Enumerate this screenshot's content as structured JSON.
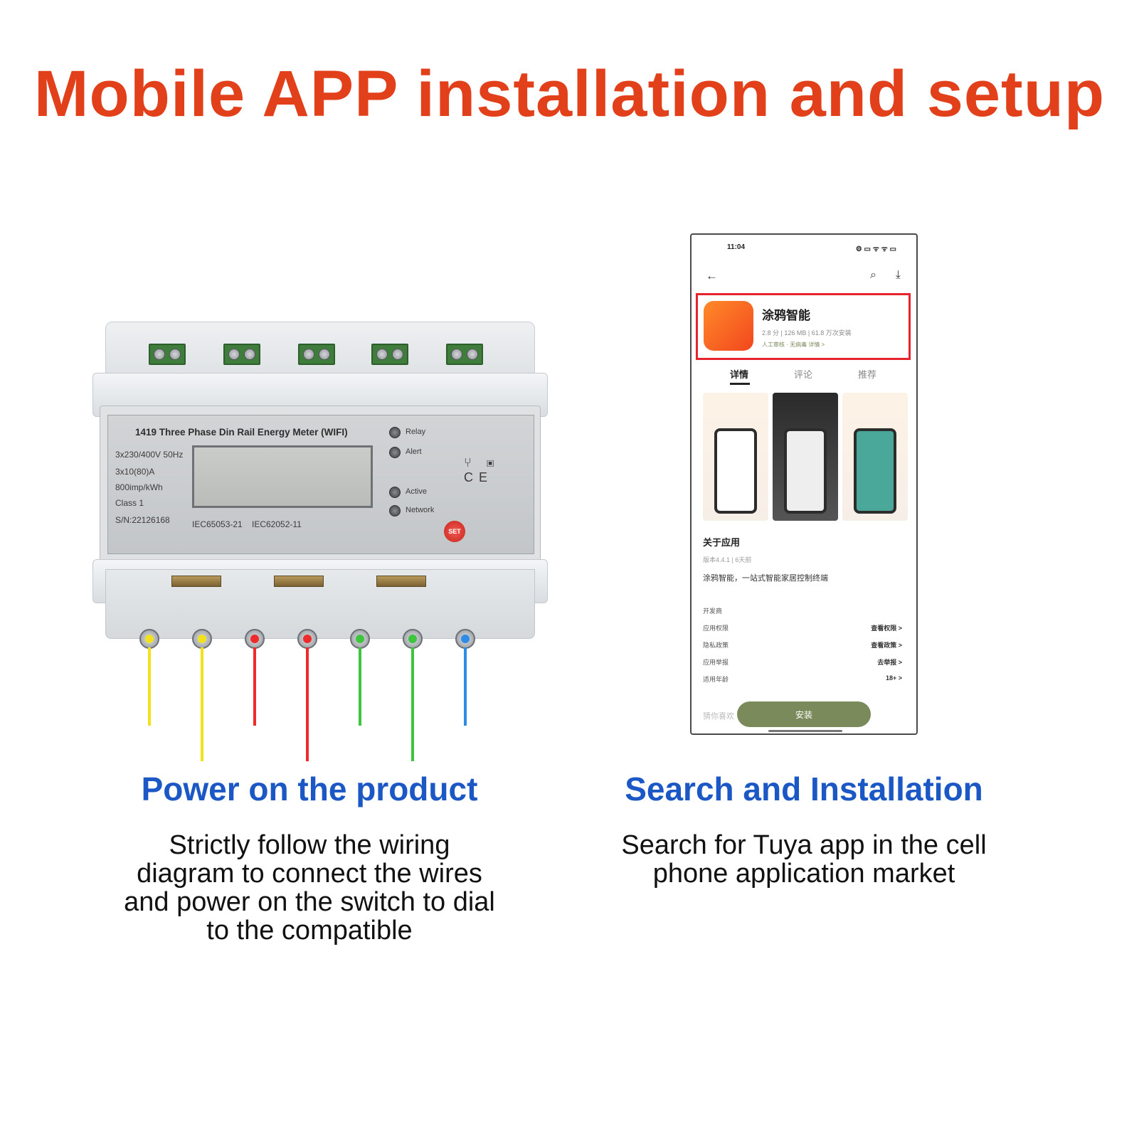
{
  "title": "Mobile APP installation and setup",
  "meter": {
    "name": "1419 Three Phase Din Rail Energy Meter (WIFI)",
    "specs": [
      "3x230/400V 50Hz",
      "3x10(80)A",
      "800imp/kWh",
      "Class 1"
    ],
    "serial": "S/N:22126168",
    "standards": [
      "IEC65053-21",
      "IEC62052-11"
    ],
    "indicators": [
      "Relay",
      "Alert",
      "Active",
      "Network"
    ],
    "set_label": "SET",
    "symbols": "⑂ ▣ CE",
    "wire_colors": [
      "#f2e21c",
      "#f2e21c",
      "#ee2b2b",
      "#ee2b2b",
      "#3dc53d",
      "#3dc53d",
      "#2f8be8"
    ]
  },
  "phone": {
    "time": "11:04",
    "status_icons": "⚙ ▭ ᯤ ᯤ ▭",
    "back_icon": "←",
    "search_icon": "⌕",
    "download_icon": "⤓",
    "app_name": "涂鸦智能",
    "app_meta": "2.8 分 | 126 MB | 61.8 万次安装",
    "app_tag": "人工审核 · 无病毒   详情 >",
    "tabs": [
      "详情",
      "评论",
      "推荐"
    ],
    "about_title": "关于应用",
    "version": "版本4.4.1 | 6天前",
    "description": "涂鸦智能，一站式智能家居控制终端",
    "rows": [
      {
        "label": "开发商",
        "value": ""
      },
      {
        "label": "应用权限",
        "value": "查看权限 >"
      },
      {
        "label": "隐私政策",
        "value": "查看政策 >"
      },
      {
        "label": "应用举报",
        "value": "去举报 >"
      },
      {
        "label": "适用年龄",
        "value": "18+ >"
      }
    ],
    "hint": "猜你喜欢",
    "install_label": "安装"
  },
  "left_caption": {
    "title": "Power on the product",
    "lines": [
      "Strictly follow the wiring",
      "diagram to connect the wires",
      "and power on the switch to dial",
      "to the compatible"
    ]
  },
  "right_caption": {
    "title": "Search and Installation",
    "lines": [
      "Search for Tuya app in the cell",
      "phone application market"
    ]
  },
  "colors": {
    "title": "#e2401b",
    "caption_title": "#1c57c6",
    "highlight_box": "#e8232b",
    "install_button": "#7a8a5a"
  }
}
